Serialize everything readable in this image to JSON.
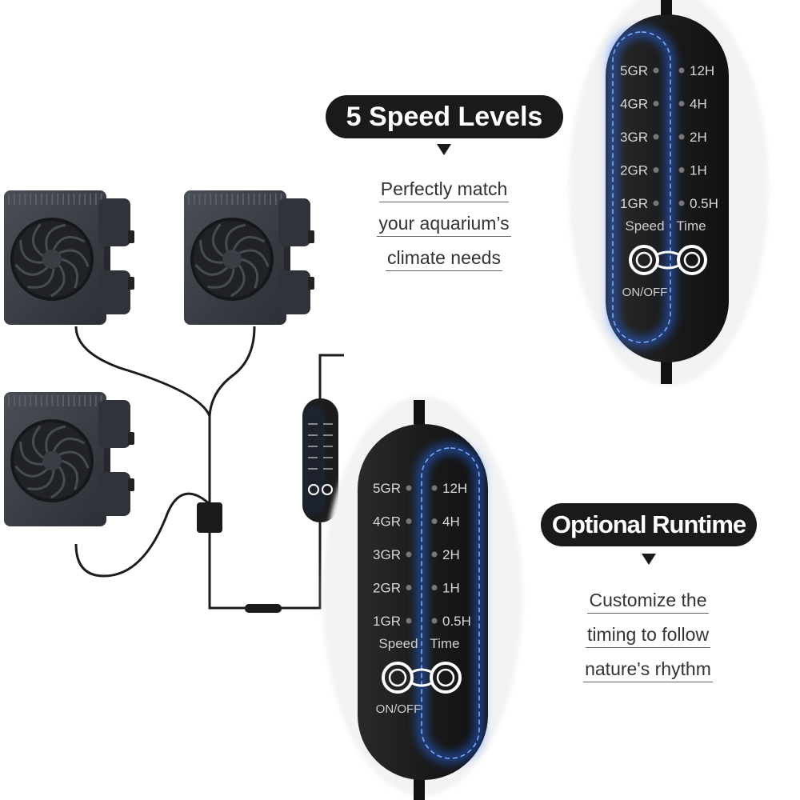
{
  "feature_speed": {
    "title": "5 Speed Levels",
    "desc_lines": [
      "Perfectly match",
      "your aquarium’s",
      "climate needs"
    ]
  },
  "feature_runtime": {
    "title": "Optional Runtime",
    "desc_lines": [
      "Customize the",
      "timing to follow",
      "nature's rhythm"
    ]
  },
  "controller": {
    "speed_levels": [
      "5GR",
      "4GR",
      "3GR",
      "2GR",
      "1GR"
    ],
    "time_options": [
      "12H",
      "4H",
      "2H",
      "1H",
      "0.5H"
    ],
    "speed_label": "Speed",
    "time_label": "Time",
    "power_label": "ON/OFF"
  },
  "colors": {
    "pill_bg": "#1a1a1a",
    "controller_body": "#1e1e1e",
    "glow_blue": "#2a6fff",
    "fan_body": "#3a3d44"
  }
}
